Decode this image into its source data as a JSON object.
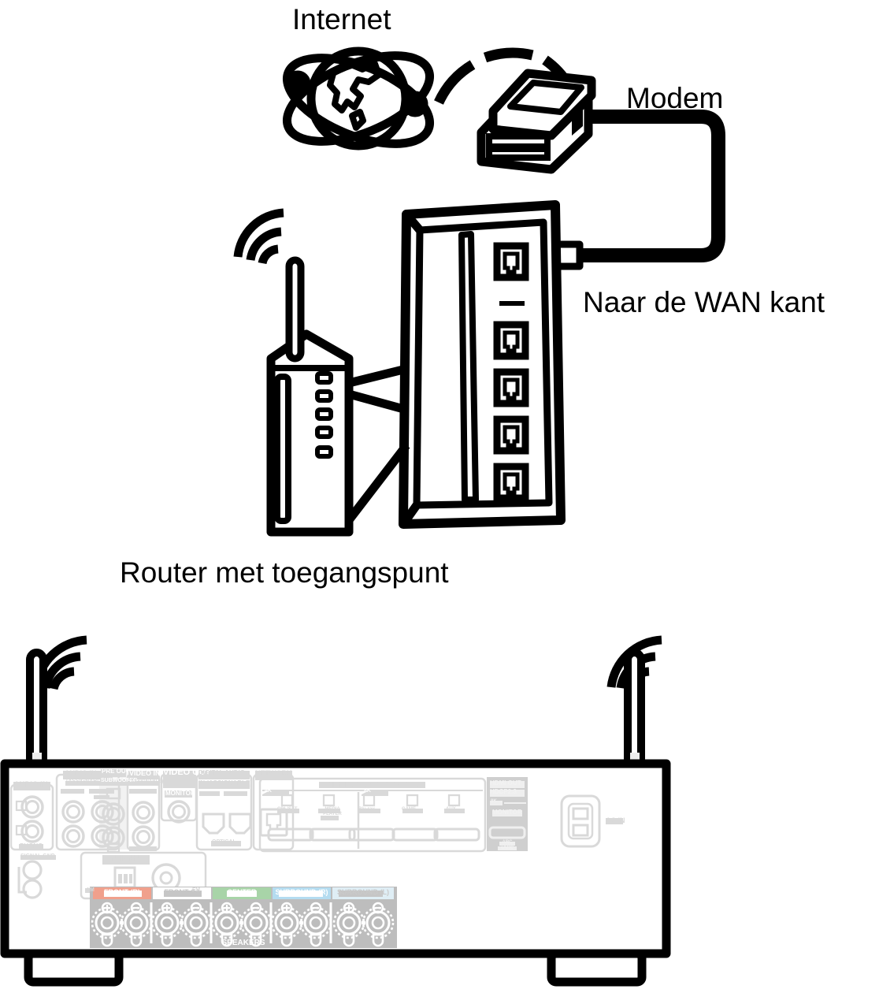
{
  "diagram": {
    "title_labels": {
      "internet": "Internet",
      "modem": "Modem",
      "wan": "Naar de WAN kant",
      "router": "Router met toegangspunt"
    },
    "language": "nl",
    "description": "Netwerkaansluiting: modem verbonden met de WAN-poort van een router met toegangspunt, en een AV-receiver met draadloze antennes."
  },
  "devices": {
    "globe": {
      "name": "internet-globe",
      "rings": 2
    },
    "modem": {
      "name": "modem",
      "ports": 1,
      "cable_color": "#000000"
    },
    "router": {
      "name": "router-with-access-point",
      "wan_ports": 1,
      "lan_ports": 4,
      "front_leds": 5,
      "antennas": 1
    }
  },
  "receiver": {
    "chassis_color": "#ffffff",
    "panel_color": "#c8c8c8",
    "print_color": "#d9d9d9",
    "antennas": [
      {
        "name": "antenna-left",
        "wifi_arcs": 3,
        "arc_direction": "left"
      },
      {
        "name": "antenna-right",
        "wifi_arcs": 3,
        "arc_direction": "left"
      }
    ],
    "sections": [
      {
        "id": "audio-in-phono",
        "title": "AUDIO IN",
        "sub": "PHONO",
        "jacks": [
          {
            "label": "L"
          },
          {
            "label": "R"
          }
        ]
      },
      {
        "id": "audio-in-assignable",
        "title": "AUDIO IN",
        "sub": "(ASSIGNABLE)",
        "groups": [
          {
            "label": "1",
            "name": "CD/AUX",
            "jacks": [
              "L",
              "R"
            ]
          },
          {
            "label": "2",
            "name": "MEDIA PLAYER",
            "jacks": [
              "L",
              "R"
            ]
          }
        ]
      },
      {
        "id": "pre-out",
        "title": "PRE OUT",
        "sub": "SUBWOOFER",
        "jacks": [
          {
            "label": "1"
          },
          {
            "label": "2"
          }
        ]
      },
      {
        "id": "video-in",
        "title": "VIDEO IN",
        "sub": "(ASSIGNABLE)",
        "jacks": [
          {
            "label": "1 CBL/SAT"
          },
          {
            "label": "2 MEDIA PLAYER"
          }
        ]
      },
      {
        "id": "video-out",
        "title": "VIDEO OUT",
        "sub": "MONITOR",
        "jacks": [
          {
            "label": "MONITOR"
          }
        ]
      },
      {
        "id": "digital-audio-in",
        "title": "DIGITAL AUDIO",
        "sub": "IN (ASSIGNABLE)",
        "footer": "OPTICAL",
        "jacks": [
          {
            "label": "1 TV"
          },
          {
            "label": "2 BLU-RAY"
          }
        ]
      },
      {
        "id": "network",
        "title": "NETWORK",
        "jacks": [
          {
            "label": "RJ45"
          }
        ]
      },
      {
        "id": "antenna",
        "title": "ANTENNA",
        "jacks": [
          {
            "label": "AM"
          },
          {
            "label": "FM"
          }
        ]
      },
      {
        "id": "signal-gnd",
        "title": "SIGNAL GND"
      }
    ],
    "hdmi": {
      "in_title": "HDMI    IN    HDCP2.3    (ASSIGNABLE)",
      "out_title_line1": "HDMI  OUT",
      "out_title_line2": "HDCP2.3",
      "out_badge": "8K",
      "out_label": "MONITOR",
      "out_footer_line1": "ARC",
      "out_footer_line2": "eARC",
      "group_left_badge": "4K",
      "group_right_badge": "8K",
      "inputs_left": [
        "CBL/SAT",
        "MEDIA PLAYER",
        "Blu-ray"
      ],
      "inputs_right": [
        "GAME",
        "AUX",
        "8K"
      ]
    },
    "speakers": {
      "footer": "SPEAKERS",
      "terminals": [
        {
          "label": "FRONT (R)",
          "color": "#f0a08c",
          "text_color": "#ffffff"
        },
        {
          "label": "FRONT (L)",
          "color": "#ffffff",
          "text_color": "#c0c0c0"
        },
        {
          "label": "CENTER",
          "color": "#a8d4a8",
          "text_color": "#ffffff"
        },
        {
          "label": "SURROUND (R)",
          "color": "#b4dcf0",
          "text_color": "#ffffff"
        },
        {
          "label": "SURROUND (L)",
          "color": "#dfeef5",
          "text_color": "#c9c9c9"
        }
      ]
    },
    "power": {
      "label": "AC IN",
      "type": "IEC inlet"
    },
    "feet": 2
  }
}
